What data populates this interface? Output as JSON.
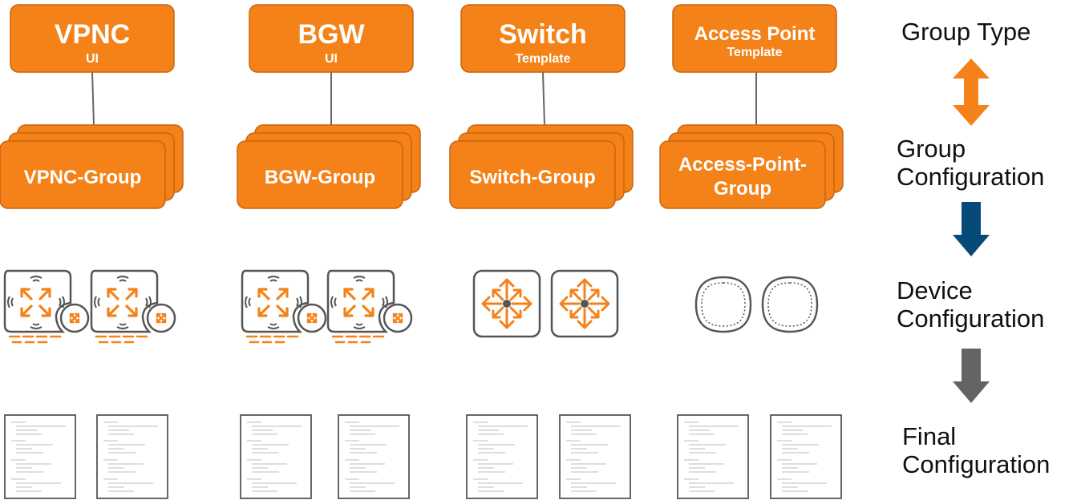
{
  "group_types": [
    {
      "title": "VPNC",
      "subtitle": "UI",
      "group": [
        "VPNC-Group"
      ],
      "device": "gateway"
    },
    {
      "title": "BGW",
      "subtitle": "UI",
      "group": [
        "BGW-Group"
      ],
      "device": "gateway"
    },
    {
      "title": "Switch",
      "subtitle": "Template",
      "group": [
        "Switch-Group"
      ],
      "device": "switch"
    },
    {
      "title": "Access Point",
      "subtitle": "Template",
      "group": [
        "Access-Point-",
        "Group"
      ],
      "device": "ap"
    }
  ],
  "levels": {
    "group_type": "Group Type",
    "group_configuration": [
      "Group",
      "Configuration"
    ],
    "device_configuration": [
      "Device",
      "Configuration"
    ],
    "final_configuration": [
      "Final",
      "Configuration"
    ]
  },
  "colors": {
    "orange": "#F48219",
    "orange_border": "#C8650F",
    "blue_arrow": "#064A7A",
    "gray_arrow": "#636466",
    "device_gray": "#555555"
  }
}
